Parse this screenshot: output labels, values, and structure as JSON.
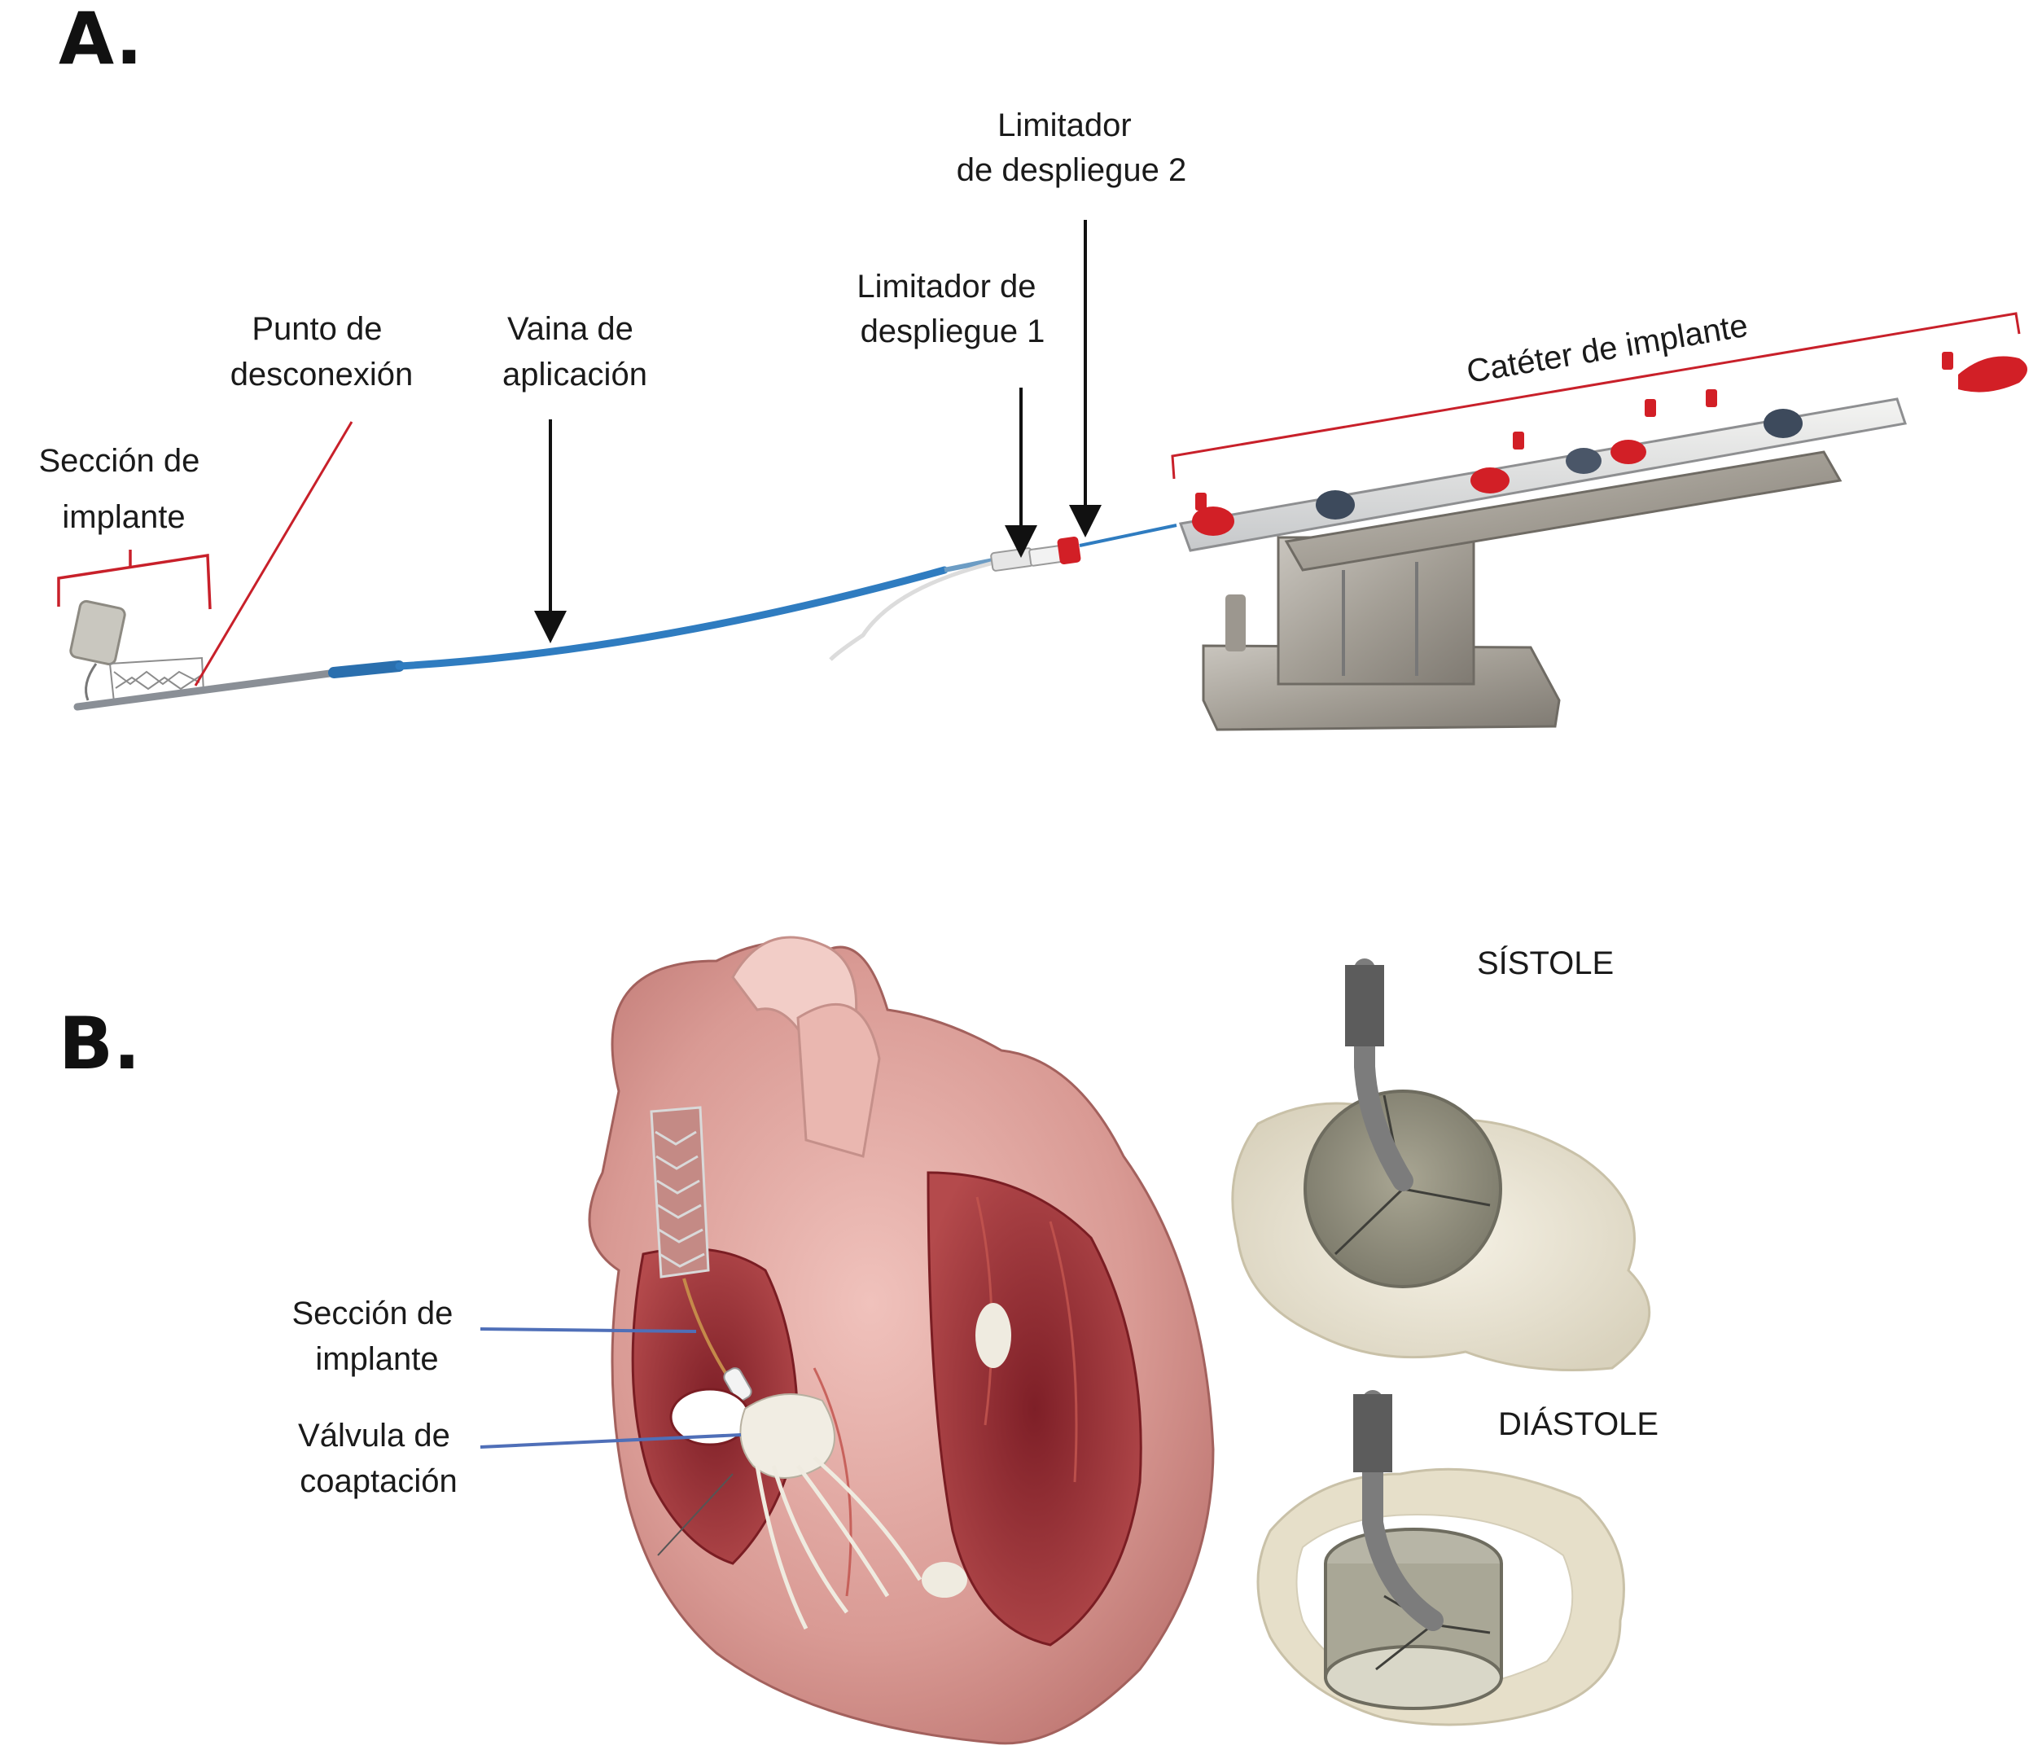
{
  "panel_a": {
    "letter": "A.",
    "labels": {
      "seccion_implante": [
        "Sección de",
        "implante"
      ],
      "punto_desconexion": [
        "Punto de",
        "desconexión"
      ],
      "vaina_aplicacion": [
        "Vaina de",
        "aplicación"
      ],
      "limitador_1": [
        "Limitador de",
        "despliegue 1"
      ],
      "limitador_2": [
        "Limitador",
        "de despliegue 2"
      ],
      "cateter_implante": "Catéter de implante"
    }
  },
  "panel_b": {
    "letter": "B.",
    "labels": {
      "seccion_implante": [
        "Sección de",
        "implante"
      ],
      "valvula_coaptacion": [
        "Válvula de",
        "coaptación"
      ],
      "sistole": "SÍSTOLE",
      "diastole": "DIÁSTOLE"
    }
  },
  "colors": {
    "red_pointer": "#c8202a",
    "blue_pointer": "#4f6fb8",
    "sheath_blue": "#2f7cc0",
    "heart_red": "#b03a3e",
    "heart_pink": "#e9b4ae",
    "steel": "#a9a49c",
    "valve_white": "#efeadb"
  }
}
